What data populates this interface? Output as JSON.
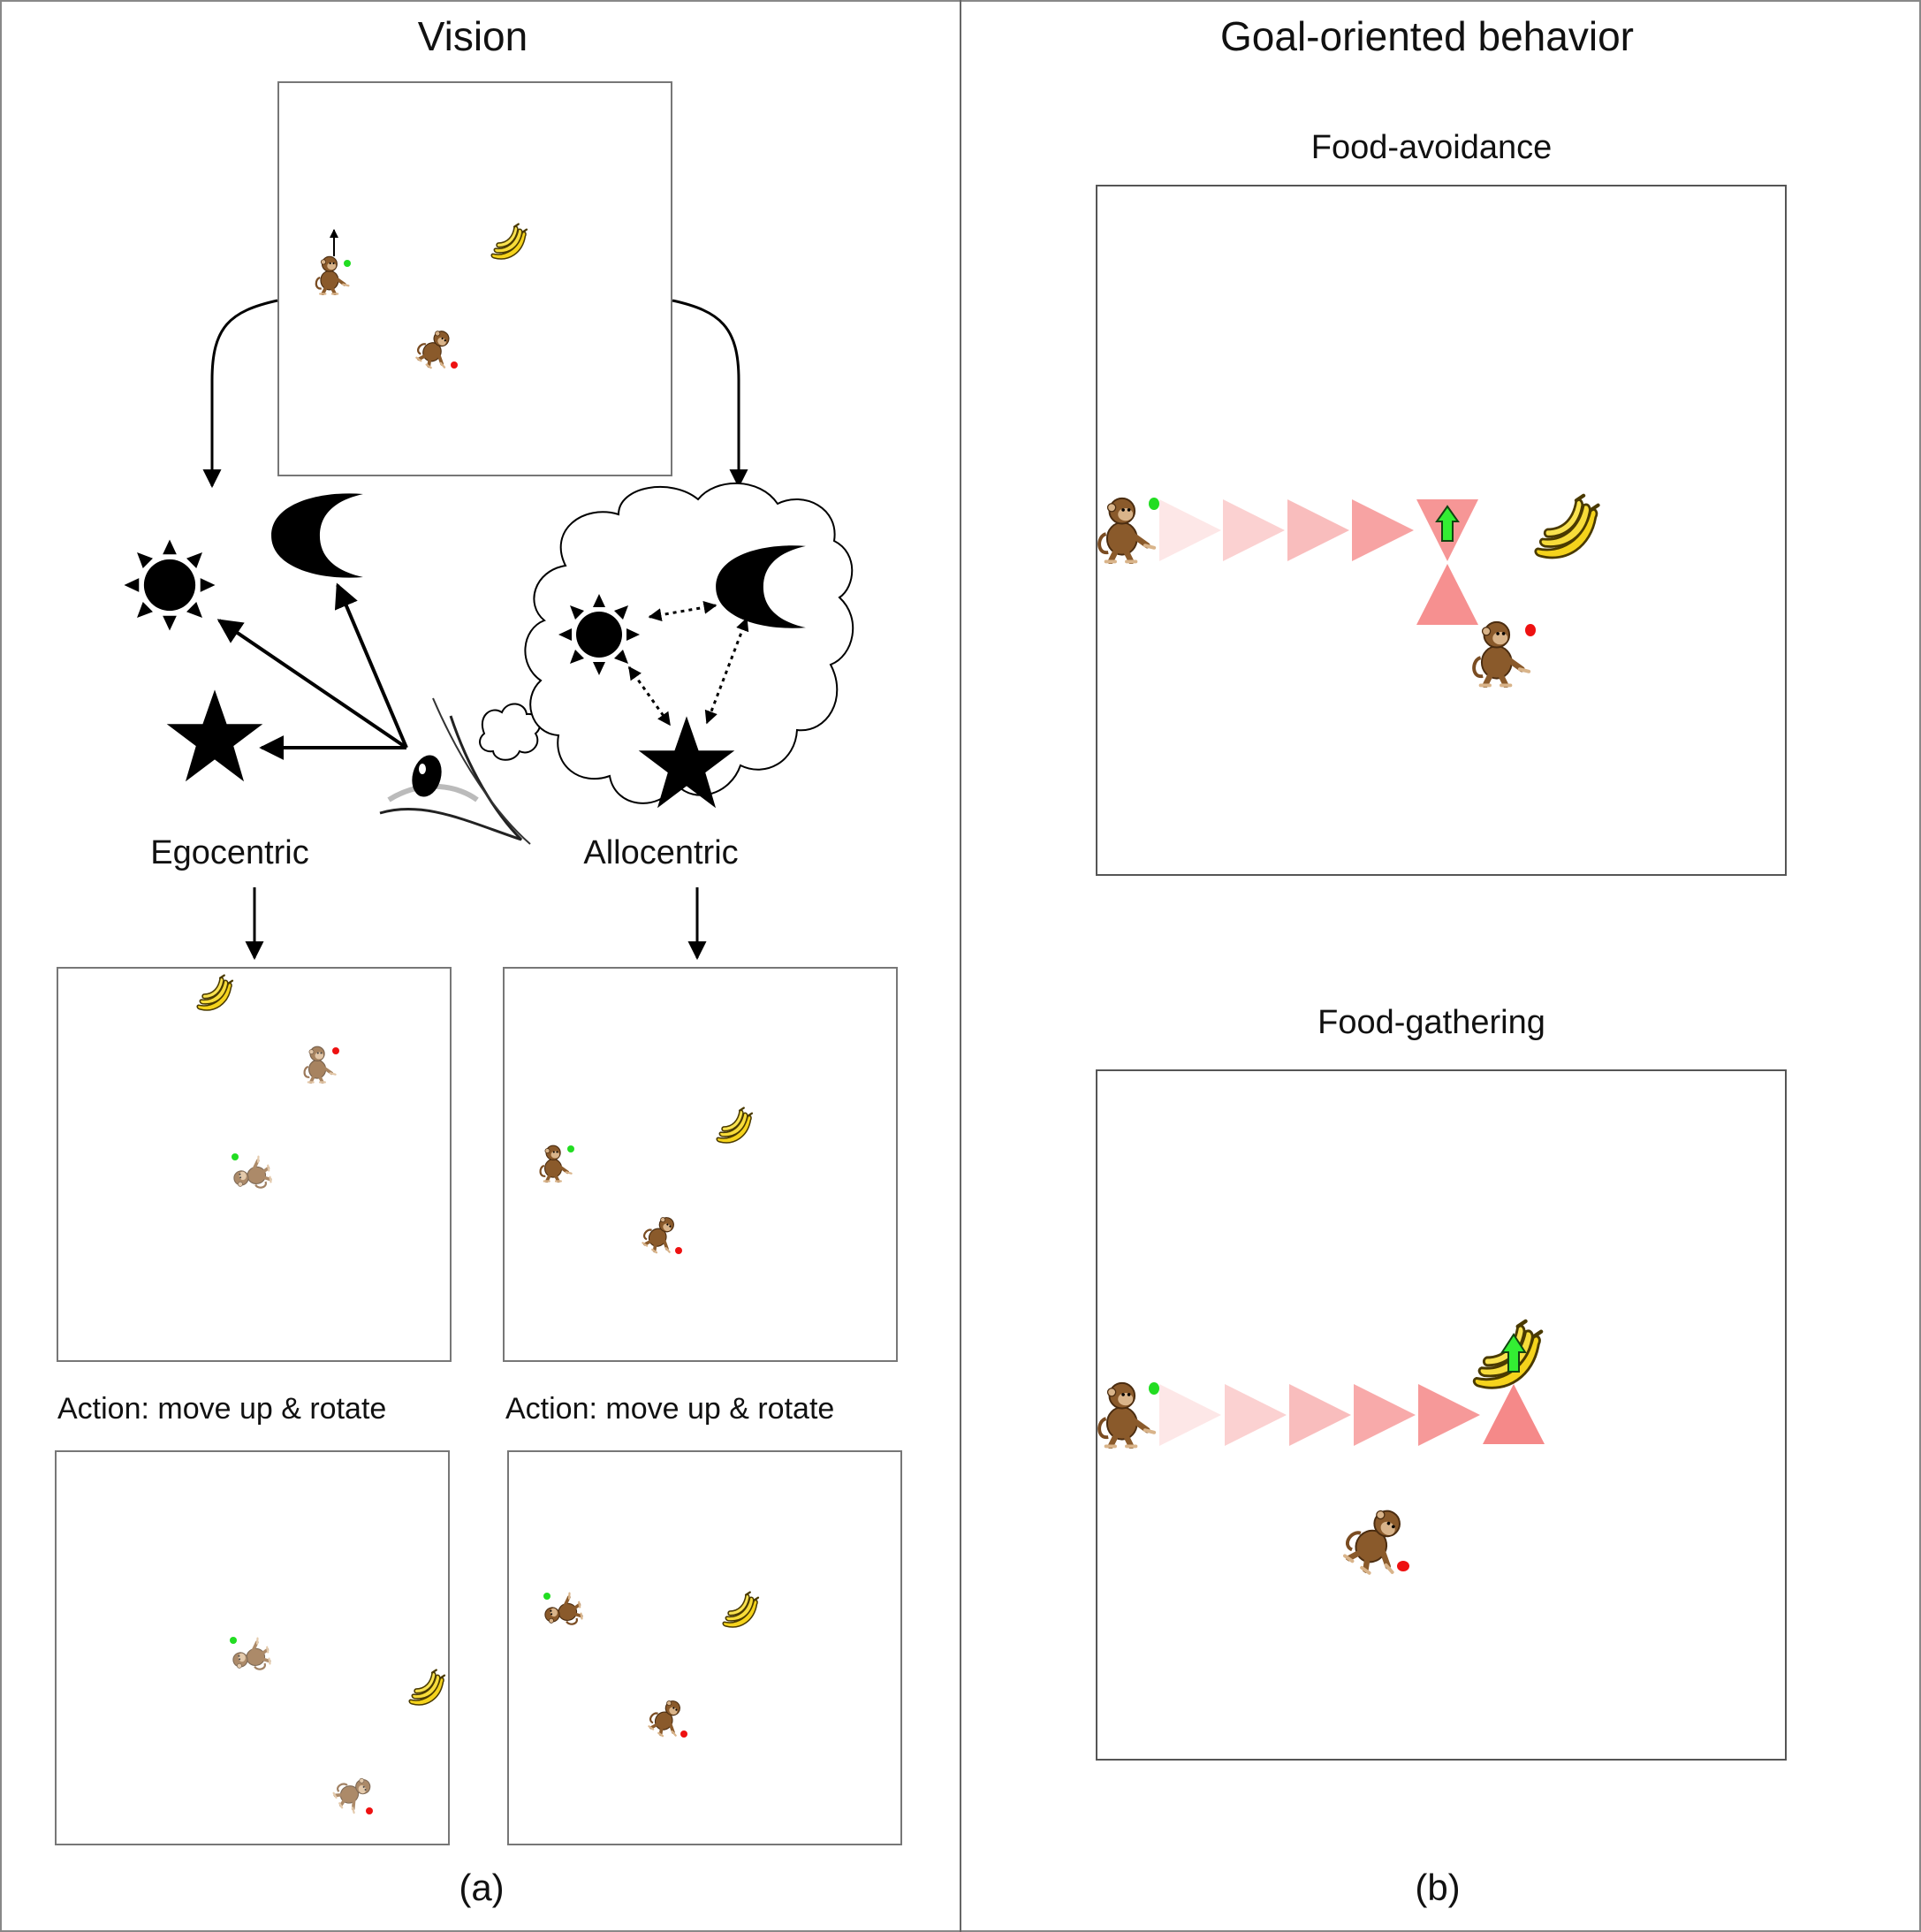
{
  "panel_a": {
    "title": "Vision",
    "egocentric_label": "Egocentric",
    "allocentric_label": "Allocentric",
    "action_left": "Action: move up & rotate",
    "action_right": "Action: move up & rotate",
    "caption": "(a)"
  },
  "panel_b": {
    "title": "Goal-oriented behavior",
    "avoidance_title": "Food-avoidance",
    "gathering_title": "Food-gathering",
    "caption": "(b)"
  },
  "colors": {
    "agent_dot": "#22dd22",
    "other_dot": "#ee1111",
    "banana": "#f5d31c",
    "monkey": "#8a5a2b",
    "path_triangle": "#f47c7c",
    "goal_arrow": "#33ee33"
  },
  "icons": [
    "monkey-icon",
    "banana-icon",
    "sun-icon",
    "moon-icon",
    "star-icon",
    "eye-icon",
    "thought-cloud-icon",
    "up-arrow-icon"
  ]
}
